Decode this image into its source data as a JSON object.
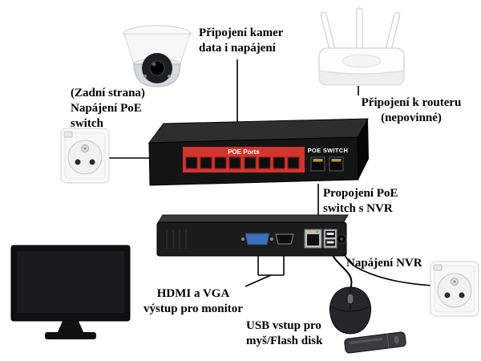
{
  "labels": {
    "camera_connection": {
      "line1": "Připojení kamer",
      "line2": "data i napájení"
    },
    "switch_power": {
      "line1": "(Zadní strana)",
      "line2": "Napájení PoE",
      "line3": "switch"
    },
    "router_connection": {
      "line1": "Připojení k routeru",
      "line2": "(nepovinné)"
    },
    "switch_to_nvr": {
      "line1": "Propojení PoE",
      "line2": "switch s NVR"
    },
    "nvr_power": {
      "text": "Napájení NVR"
    },
    "monitor_output": {
      "line1": "HDMI a VGA",
      "line2": "výstup pro monitor"
    },
    "usb_input": {
      "line1": "USB vstup pro",
      "line2": "myš/Flash disk"
    }
  },
  "switch": {
    "ports_label": "POE Ports",
    "name_label": "POE SWITCH",
    "poe_port_count": 8,
    "uplink_port_count": 2
  },
  "devices": {
    "camera": "dome-camera",
    "router": "wifi-router",
    "switch": "poe-switch",
    "nvr": "nvr-recorder",
    "monitor": "monitor",
    "mouse": "mouse",
    "flash_drive": "usb-flash-drive",
    "outlet_left": "power-outlet",
    "outlet_right": "power-outlet"
  },
  "colors": {
    "accent_red": "#d2342e",
    "device_black": "#161616",
    "vga_blue": "#3f6fb8",
    "line_black": "#000000"
  }
}
